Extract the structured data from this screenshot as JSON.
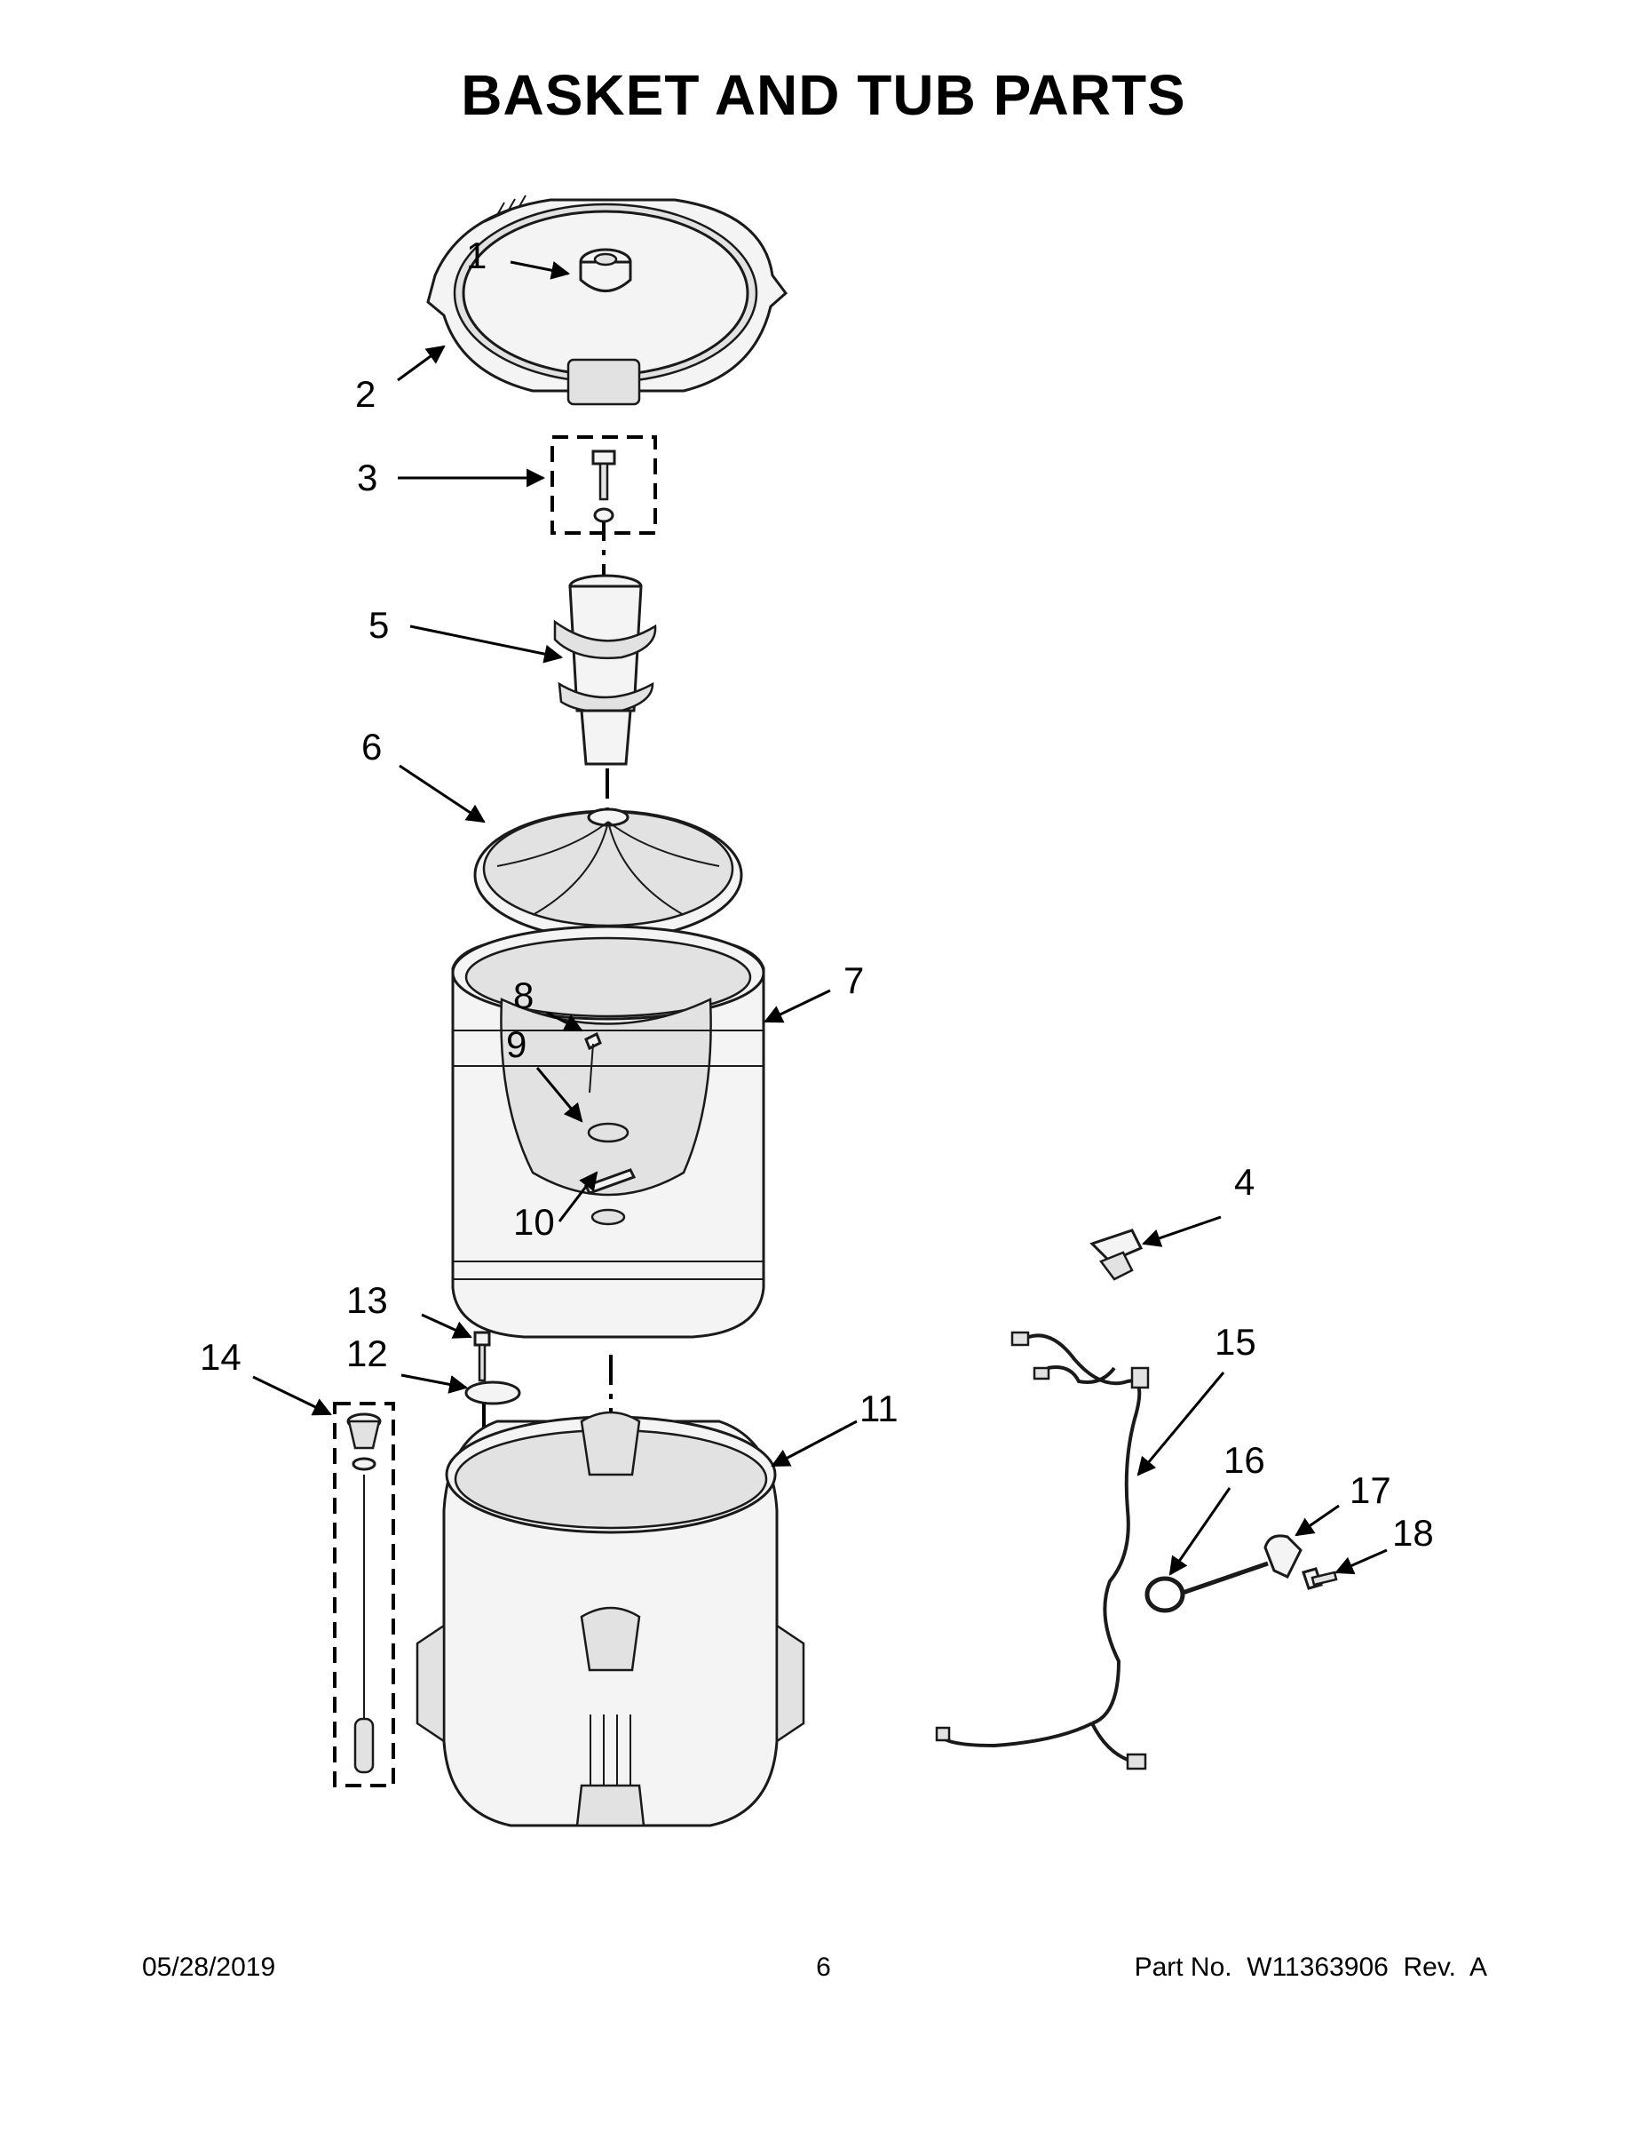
{
  "title": "BASKET AND TUB PARTS",
  "callouts": [
    "1",
    "2",
    "3",
    "4",
    "5",
    "6",
    "7",
    "8",
    "9",
    "10",
    "11",
    "12",
    "13",
    "14",
    "15",
    "16",
    "17",
    "18"
  ],
  "footer": {
    "date": "05/28/2019",
    "page": "6",
    "part_number": "Part No.  W11363906  Rev.  A"
  }
}
